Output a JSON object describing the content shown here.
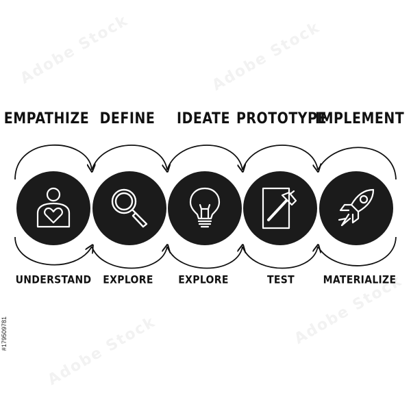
{
  "steps": [
    {
      "title": "EMPATHIZE",
      "subtitle": "UNDERSTAND",
      "icon": "person-heart-icon"
    },
    {
      "title": "DEFINE",
      "subtitle": "EXPLORE",
      "icon": "magnifier-icon"
    },
    {
      "title": "IDEATE",
      "subtitle": "EXPLORE",
      "icon": "lightbulb-icon"
    },
    {
      "title": "PROTOTYPE",
      "subtitle": "TEST",
      "icon": "document-hammer-icon"
    },
    {
      "title": "IMPLEMENT",
      "subtitle": "MATERIALIZE",
      "icon": "rocket-icon"
    }
  ],
  "stock_id": "#179509781",
  "watermark_text": "Adobe Stock",
  "colors": {
    "circle": "#1b1b1b",
    "line": "#111111",
    "icon": "#ffffff"
  }
}
